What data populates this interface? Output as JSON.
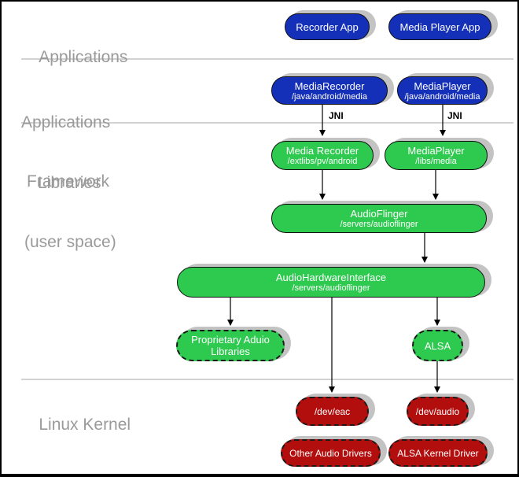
{
  "colors": {
    "app_blue": "#1530b8",
    "lib_green": "#2ec94f",
    "kernel_red": "#b30e0e",
    "shadow_gray": "#c3c3c3",
    "label_gray": "#9a9a9a",
    "divider_gray": "#a6a6a6",
    "arrow_black": "#000000"
  },
  "layers": {
    "applications": {
      "label": "Applications"
    },
    "framework": {
      "label_line1": "Applications",
      "label_line2": "Framework"
    },
    "libraries": {
      "label_line1": "Libraries",
      "label_line2": "(user space)"
    },
    "kernel": {
      "label": "Linux Kernel"
    }
  },
  "edges": {
    "jni_left_label": "JNI",
    "jni_right_label": "JNI"
  },
  "nodes": {
    "recorder_app": {
      "title": "Recorder App"
    },
    "media_player_app": {
      "title": "Media Player App"
    },
    "media_recorder_framework": {
      "title": "MediaRecorder",
      "path": "/java/android/media"
    },
    "media_player_framework": {
      "title": "MediaPlayer",
      "path": "/java/android/media"
    },
    "media_recorder_lib": {
      "title": "Media Recorder",
      "path": "/extlibs/pv/android"
    },
    "media_player_lib": {
      "title": "MediaPlayer",
      "path": "/libs/media"
    },
    "audioflinger": {
      "title": "AudioFlinger",
      "path": "/servers/audioflinger"
    },
    "audio_hardware_interface": {
      "title": "AudioHardwareInterface",
      "path": "/servers/audioflinger"
    },
    "proprietary_audio_libraries": {
      "line1": "Proprietary Aduio",
      "line2": "Libraries"
    },
    "alsa": {
      "title": "ALSA"
    },
    "dev_eac": {
      "title": "/dev/eac"
    },
    "dev_audio": {
      "title": "/dev/audio"
    },
    "other_audio_drivers": {
      "title": "Other Audio Drivers"
    },
    "alsa_kernel_driver": {
      "title": "ALSA Kernel Driver"
    }
  }
}
